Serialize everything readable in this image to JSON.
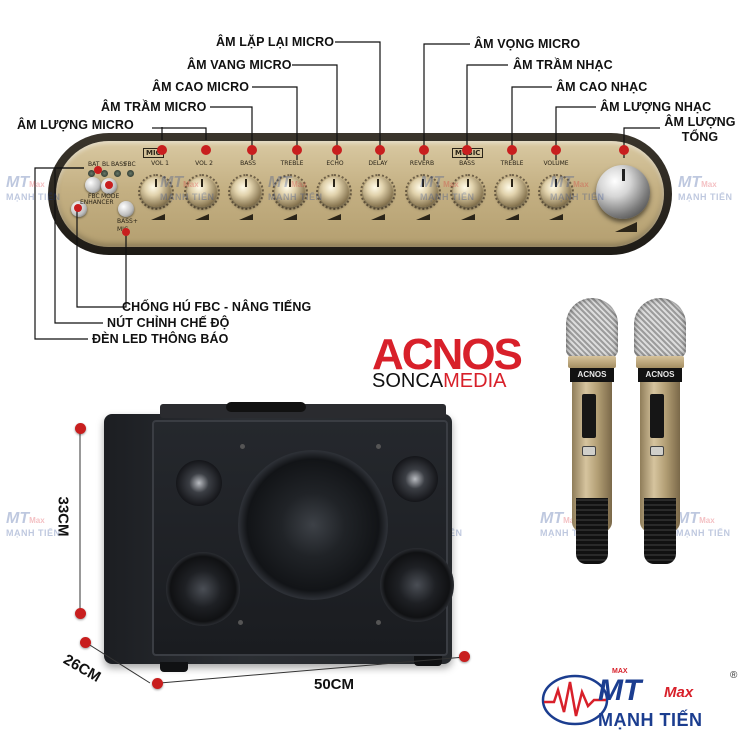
{
  "callouts": {
    "am_lap_lai_micro": "ÂM LẶP LẠI MICRO",
    "am_vong_micro": "ÂM VỌNG MICRO",
    "am_vang_micro": "ÂM VANG MICRO",
    "am_tram_nhac": "ÂM TRẦM NHẠC",
    "am_cao_micro": "ÂM CAO MICRO",
    "am_cao_nhac": "ÂM CAO NHẠC",
    "am_tram_micro": "ÂM TRẦM MICRO",
    "am_luong_nhac": "ÂM LƯỢNG NHẠC",
    "am_luong_micro": "ÂM LƯỢNG MICRO",
    "am_luong_tong_1": "ÂM LƯỢNG",
    "am_luong_tong_2": "TỔNG",
    "chong_hu": "CHỐNG HÚ FBC - NÂNG TIẾNG",
    "nut_chinh": "NÚT CHỈNH CHẾ ĐỘ",
    "den_led": "ĐÈN LED THÔNG BÁO"
  },
  "panel": {
    "mic_badge": "MIC",
    "music_badge": "MUSIC",
    "indicator_labels": [
      "BAT",
      "BL",
      "BASS",
      "FBC"
    ],
    "mode_label": "MODE",
    "fbc_label_1": "FBC",
    "fbc_label_2": "ENHANCER",
    "bass_btn_label": "BASS+",
    "mic_btn_label": "MIC",
    "knob_labels": [
      "VOL 1",
      "VOL 2",
      "BASS",
      "TREBLE",
      "ECHO",
      "DELAY",
      "REVERB",
      "BASS",
      "TREBLE",
      "VOLUME"
    ]
  },
  "brand": {
    "name": "ACNOS",
    "sub_black": "SONCA",
    "sub_red": "MEDIA"
  },
  "mic_band_text": "ACNOS",
  "dimensions": {
    "height": "33CM",
    "depth": "26CM",
    "width": "50CM"
  },
  "watermark": {
    "mt": "MT",
    "max": "Max",
    "name": "MẠNH TIẾN"
  },
  "logo": {
    "mt": "MT",
    "max": "Max",
    "name": "MẠNH TIẾN",
    "registered": "®",
    "badge": "MAX"
  },
  "colors": {
    "accent_red": "#d8202a",
    "brand_blue": "#1b3d8f",
    "panel_gold": "#c4b083",
    "marker_red": "#c81e1e"
  }
}
